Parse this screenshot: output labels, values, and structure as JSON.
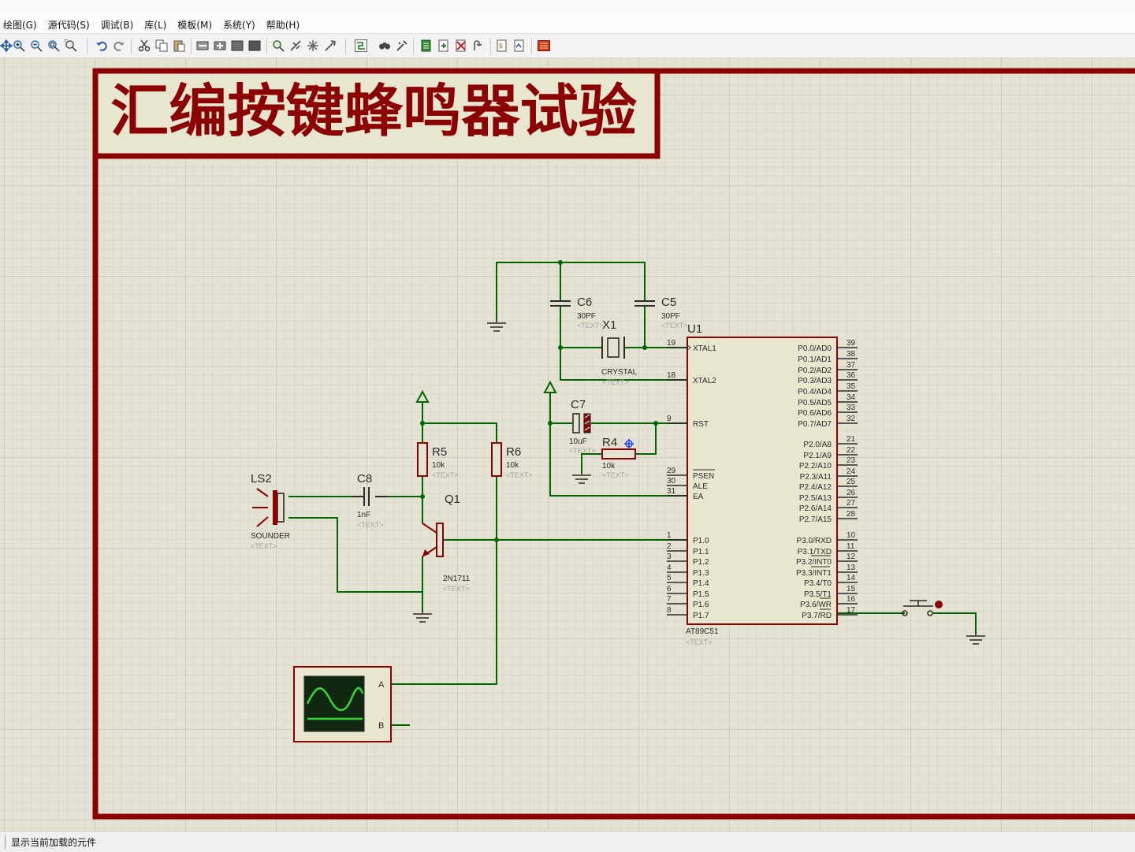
{
  "menu": {
    "items": [
      "绘图(G)",
      "源代码(S)",
      "调试(B)",
      "库(L)",
      "模板(M)",
      "系统(Y)",
      "帮助(H)"
    ]
  },
  "toolbar": {
    "icons": [
      "pan-icon",
      "zoom-in-icon",
      "zoom-out-icon",
      "zoom-all-icon",
      "zoom-area-icon",
      "undo-icon",
      "redo-icon",
      "cut-icon",
      "copy-icon",
      "paste-icon",
      "block-copy-icon",
      "block-move-icon",
      "block-rotate-icon",
      "block-delete-icon",
      "pick-device-icon",
      "make-device-icon",
      "packaging-icon",
      "decompose-icon",
      "wire-autorouter-icon",
      "search-icon",
      "property-assign-icon",
      "new-sheet-icon",
      "add-sheet-icon",
      "remove-sheet-icon",
      "goto-sheet-icon",
      "bill-of-materials-icon",
      "netlist-icon",
      "ares-icon"
    ]
  },
  "schematic": {
    "title": "汇编按键蜂鸣器试验",
    "colors": {
      "grid_bg": "#e4e2d3",
      "border": "#8b0000",
      "wire": "#006400",
      "component": "#8b0000",
      "text": "#2b2b2b"
    },
    "text_placeholder": "<TEXT>",
    "components": {
      "c6": {
        "ref": "C6",
        "value": "30PF"
      },
      "c5": {
        "ref": "C5",
        "value": "30PF"
      },
      "x1": {
        "ref": "X1",
        "value": "CRYSTAL"
      },
      "c7": {
        "ref": "C7",
        "value": "10uF"
      },
      "r4": {
        "ref": "R4",
        "value": "10k"
      },
      "r5": {
        "ref": "R5",
        "value": "10k"
      },
      "r6": {
        "ref": "R6",
        "value": "10k"
      },
      "c8": {
        "ref": "C8",
        "value": "1nF"
      },
      "ls2": {
        "ref": "LS2",
        "value": "SOUNDER"
      },
      "q1": {
        "ref": "Q1",
        "value": "2N1711"
      },
      "u1": {
        "ref": "U1",
        "value": "AT89C51"
      },
      "scope": {
        "a": "A",
        "b": "B"
      }
    },
    "mcu_left": [
      {
        "num": "19",
        "name": "XTAL1"
      },
      {
        "num": "18",
        "name": "XTAL2"
      },
      {
        "num": "9",
        "name": "RST"
      },
      {
        "num": "29",
        "name": "PSEN"
      },
      {
        "num": "30",
        "name": "ALE"
      },
      {
        "num": "31",
        "name": "EA"
      },
      {
        "num": "1",
        "name": "P1.0"
      },
      {
        "num": "2",
        "name": "P1.1"
      },
      {
        "num": "3",
        "name": "P1.2"
      },
      {
        "num": "4",
        "name": "P1.3"
      },
      {
        "num": "5",
        "name": "P1.4"
      },
      {
        "num": "6",
        "name": "P1.5"
      },
      {
        "num": "7",
        "name": "P1.6"
      },
      {
        "num": "8",
        "name": "P1.7"
      }
    ],
    "mcu_right": [
      {
        "num": "39",
        "name": "P0.0/AD0"
      },
      {
        "num": "38",
        "name": "P0.1/AD1"
      },
      {
        "num": "37",
        "name": "P0.2/AD2"
      },
      {
        "num": "36",
        "name": "P0.3/AD3"
      },
      {
        "num": "35",
        "name": "P0.4/AD4"
      },
      {
        "num": "34",
        "name": "P0.5/AD5"
      },
      {
        "num": "33",
        "name": "P0.6/AD6"
      },
      {
        "num": "32",
        "name": "P0.7/AD7"
      },
      {
        "num": "21",
        "name": "P2.0/A8"
      },
      {
        "num": "22",
        "name": "P2.1/A9"
      },
      {
        "num": "23",
        "name": "P2.2/A10"
      },
      {
        "num": "24",
        "name": "P2.3/A11"
      },
      {
        "num": "25",
        "name": "P2.4/A12"
      },
      {
        "num": "26",
        "name": "P2.5/A13"
      },
      {
        "num": "27",
        "name": "P2.6/A14"
      },
      {
        "num": "28",
        "name": "P2.7/A15"
      },
      {
        "num": "10",
        "name": "P3.0/RXD"
      },
      {
        "num": "11",
        "name": "P3.1/TXD"
      },
      {
        "num": "12",
        "name": "P3.2/INT0"
      },
      {
        "num": "13",
        "name": "P3.3/INT1"
      },
      {
        "num": "14",
        "name": "P3.4/T0"
      },
      {
        "num": "15",
        "name": "P3.5/T1"
      },
      {
        "num": "16",
        "name": "P3.6/WR"
      },
      {
        "num": "17",
        "name": "P3.7/RD"
      }
    ]
  },
  "status": {
    "text": "显示当前加载的元件"
  }
}
